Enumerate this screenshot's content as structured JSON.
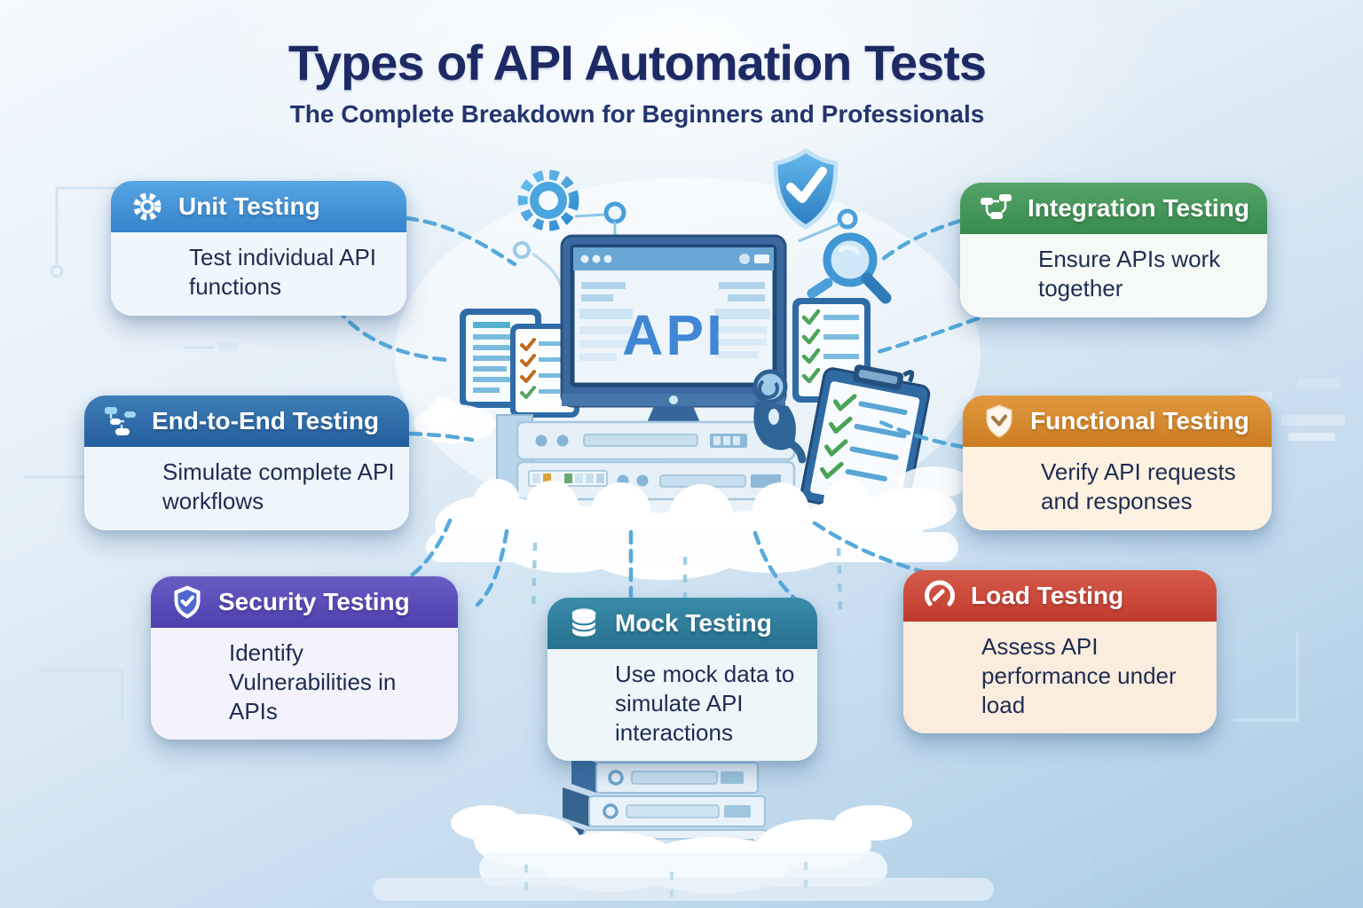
{
  "title": "Types of API Automation Tests",
  "subtitle": "The Complete Breakdown for Beginners and Professionals",
  "center_illustration": {
    "monitor_label": "API"
  },
  "connector_color": "#4fa5d9",
  "background": {
    "top_color": "#f4f9fd",
    "bottom_color": "#a9cbe3"
  },
  "cards": [
    {
      "id": "unit-testing",
      "label": "Unit Testing",
      "description": "Test individual API functions",
      "icon": "gear-icon",
      "header_color": "#3e8fd5"
    },
    {
      "id": "integration-testing",
      "label": "Integration Testing",
      "description": "Ensure APIs work together",
      "icon": "flow-icon",
      "header_color": "#41935a"
    },
    {
      "id": "end-to-end-testing",
      "label": "End-to-End Testing",
      "description": "Simulate complete API workflows",
      "icon": "workflow-icon",
      "header_color": "#2d6fae"
    },
    {
      "id": "functional-testing",
      "label": "Functional Testing",
      "description": "Verify API requests and responses",
      "icon": "shield-check-icon",
      "header_color": "#d8872e"
    },
    {
      "id": "security-testing",
      "label": "Security Testing",
      "description": "Identify Vulnerabilities in APIs",
      "icon": "security-shield-icon",
      "header_color": "#5a4cb6"
    },
    {
      "id": "mock-testing",
      "label": "Mock Testing",
      "description": "Use mock data to simulate API interactions",
      "icon": "database-icon",
      "header_color": "#2e7f9f"
    },
    {
      "id": "load-testing",
      "label": "Load Testing",
      "description": "Assess API performance under load",
      "icon": "gauge-icon",
      "header_color": "#cb4437"
    }
  ]
}
